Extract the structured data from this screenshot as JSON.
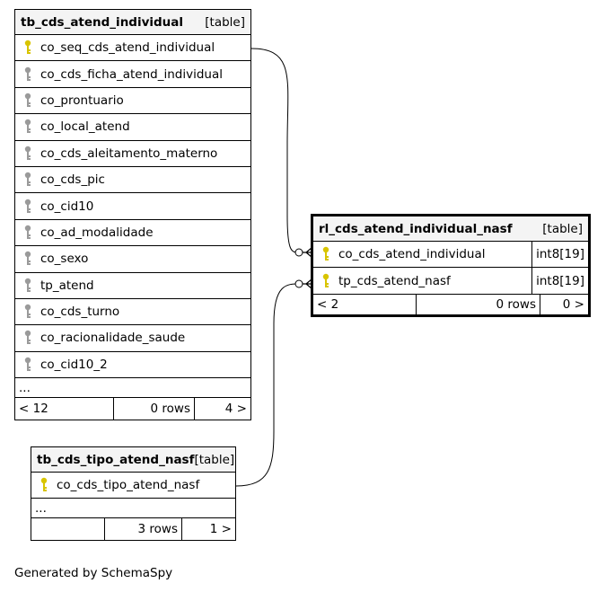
{
  "tables": {
    "individual": {
      "name": "tb_cds_atend_individual",
      "kind": "[table]",
      "columns": [
        {
          "name": "co_seq_cds_atend_individual",
          "key": "primary"
        },
        {
          "name": "co_cds_ficha_atend_individual",
          "key": "foreign"
        },
        {
          "name": "co_prontuario",
          "key": "foreign"
        },
        {
          "name": "co_local_atend",
          "key": "foreign"
        },
        {
          "name": "co_cds_aleitamento_materno",
          "key": "foreign"
        },
        {
          "name": "co_cds_pic",
          "key": "foreign"
        },
        {
          "name": "co_cid10",
          "key": "foreign"
        },
        {
          "name": "co_ad_modalidade",
          "key": "foreign"
        },
        {
          "name": "co_sexo",
          "key": "foreign"
        },
        {
          "name": "tp_atend",
          "key": "foreign"
        },
        {
          "name": "co_cds_turno",
          "key": "foreign"
        },
        {
          "name": "co_racionalidade_saude",
          "key": "foreign"
        },
        {
          "name": "co_cid10_2",
          "key": "foreign"
        }
      ],
      "ellipsis": "...",
      "footer": {
        "parents": "< 12",
        "rows": "0 rows",
        "children": "4 >"
      }
    },
    "nasf": {
      "name": "rl_cds_atend_individual_nasf",
      "kind": "[table]",
      "columns": [
        {
          "name": "co_cds_atend_individual",
          "type": "int8[19]",
          "key": "primary"
        },
        {
          "name": "tp_cds_atend_nasf",
          "type": "int8[19]",
          "key": "primary"
        }
      ],
      "footer": {
        "parents": "< 2",
        "rows": "0 rows",
        "children": "0 >"
      }
    },
    "tipo": {
      "name": "tb_cds_tipo_atend_nasf",
      "kind": "[table]",
      "columns": [
        {
          "name": "co_cds_tipo_atend_nasf",
          "key": "primary"
        }
      ],
      "ellipsis": "...",
      "footer": {
        "parents": "",
        "rows": "3 rows",
        "children": "1 >"
      }
    }
  },
  "generated_by": "Generated by SchemaSpy",
  "colors": {
    "primary_key": "#d8c400",
    "foreign_key": "#9a9a9a"
  }
}
